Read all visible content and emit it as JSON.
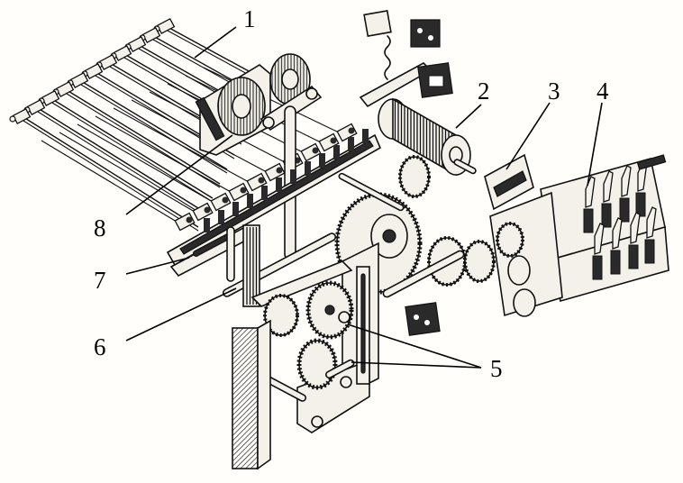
{
  "figure": {
    "callouts": [
      {
        "id": "c1",
        "text": "1"
      },
      {
        "id": "c2",
        "text": "2"
      },
      {
        "id": "c3",
        "text": "3"
      },
      {
        "id": "c4",
        "text": "4"
      },
      {
        "id": "c5",
        "text": "5"
      },
      {
        "id": "c6",
        "text": "6"
      },
      {
        "id": "c7",
        "text": "7"
      },
      {
        "id": "c8",
        "text": "8"
      }
    ]
  }
}
